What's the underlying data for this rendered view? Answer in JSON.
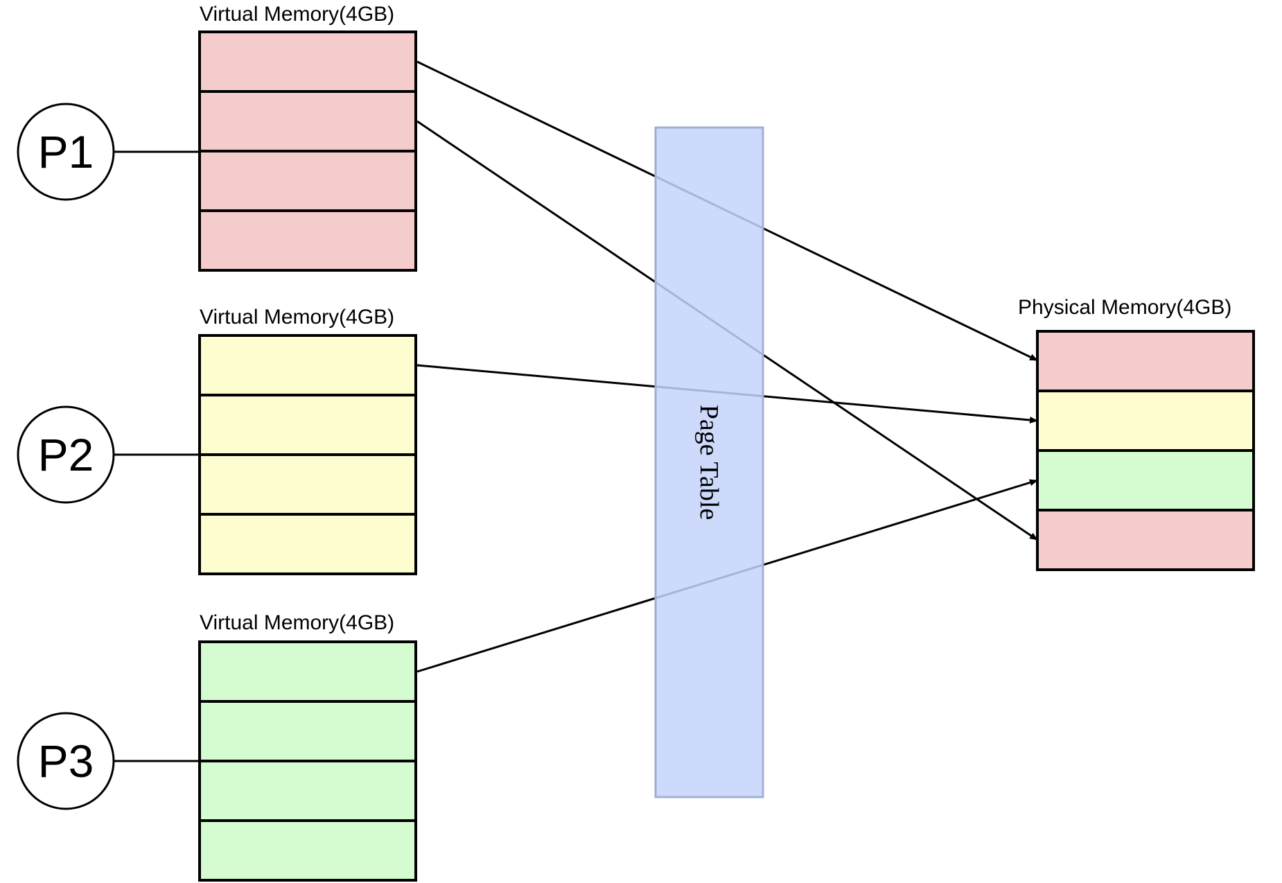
{
  "colors": {
    "pink": "#f5cccc",
    "yellow": "#fdfdd0",
    "green": "#d4fcd0",
    "page_table_fill": "#c5d4fc",
    "page_table_stroke": "#9fb0d0",
    "stroke": "#000000"
  },
  "processes": [
    {
      "label": "P1",
      "memory_label": "Virtual Memory(4GB)",
      "color": "pink"
    },
    {
      "label": "P2",
      "memory_label": "Virtual Memory(4GB)",
      "color": "yellow"
    },
    {
      "label": "P3",
      "memory_label": "Virtual Memory(4GB)",
      "color": "green"
    }
  ],
  "page_table": {
    "label": "Page Table"
  },
  "physical_memory": {
    "label": "Physical Memory(4GB)",
    "frames": [
      "pink",
      "yellow",
      "green",
      "pink"
    ]
  },
  "mappings": [
    {
      "process": 0,
      "page": 0,
      "frame": 0
    },
    {
      "process": 0,
      "page": 1,
      "frame": 3
    },
    {
      "process": 1,
      "page": 0,
      "frame": 1
    },
    {
      "process": 2,
      "page": 0,
      "frame": 2
    }
  ]
}
